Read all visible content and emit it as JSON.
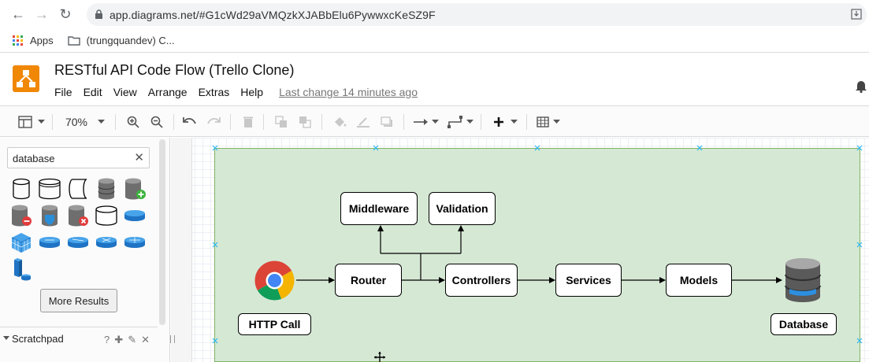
{
  "browser": {
    "url": "app.diagrams.net/#G1cWd29aVMQzkXJABbElu6PywwxcKeSZ9F",
    "bookmarks": [
      {
        "label": "Apps",
        "icon": "apps-grid-icon"
      },
      {
        "label": "(trungquandev) C...",
        "icon": "folder-icon"
      }
    ]
  },
  "app": {
    "title": "RESTful API Code Flow (Trello Clone)",
    "menu": [
      "File",
      "Edit",
      "View",
      "Arrange",
      "Extras",
      "Help"
    ],
    "last_change": "Last change 14 minutes ago"
  },
  "toolbar": {
    "zoom": "70%"
  },
  "sidebar": {
    "search_value": "database",
    "more_results": "More Results",
    "scratchpad_title": "Scratchpad",
    "scratchpad_help": "?"
  },
  "diagram": {
    "nodes": {
      "http_call": "HTTP Call",
      "router": "Router",
      "middleware": "Middleware",
      "validation": "Validation",
      "controllers": "Controllers",
      "services": "Services",
      "models": "Models",
      "database": "Database"
    },
    "colors": {
      "container_fill": "#d5e8d4",
      "container_stroke": "#82b366",
      "brand": "#f08705"
    }
  }
}
